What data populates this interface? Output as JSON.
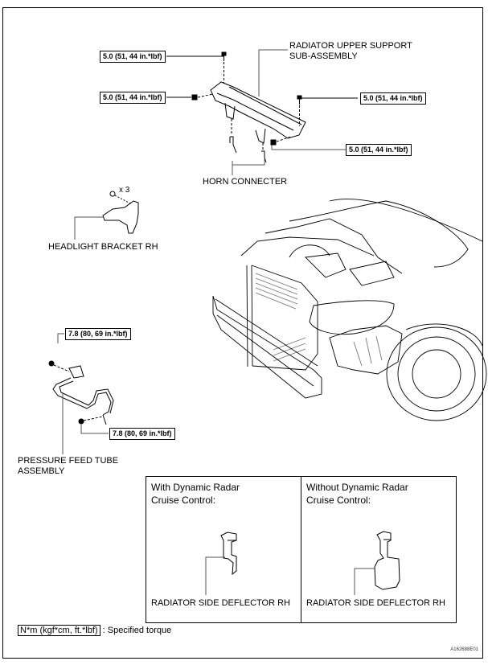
{
  "diagram": {
    "parts": {
      "radiator_upper_support": [
        "RADIATOR UPPER SUPPORT",
        "SUB-ASSEMBLY"
      ],
      "horn_connecter": "HORN CONNECTER",
      "headlight_bracket": "HEADLIGHT BRACKET RH",
      "headlight_bracket_qty": "x 3",
      "pressure_feed_tube": [
        "PRESSURE FEED TUBE",
        "ASSEMBLY"
      ]
    },
    "torques": {
      "upper_left_top": "5.0 (51, 44 in.*lbf)",
      "upper_left_side": "5.0 (51, 44 in.*lbf)",
      "upper_right_top": "5.0 (51, 44 in.*lbf)",
      "upper_right_side": "5.0 (51, 44 in.*lbf)",
      "tube_top": "7.8 (80, 69 in.*lbf)",
      "tube_bottom": "7.8 (80, 69 in.*lbf)"
    },
    "variants": [
      {
        "title": [
          "With Dynamic Radar",
          "Cruise Control:"
        ],
        "part": "RADIATOR SIDE DEFLECTOR RH"
      },
      {
        "title": [
          "Without Dynamic Radar",
          "Cruise Control:"
        ],
        "part": "RADIATOR SIDE DEFLECTOR RH"
      }
    ],
    "legend": {
      "unit": "N*m (kgf*cm, ft.*lbf)",
      "meaning": ": Specified torque"
    },
    "reference_code": "A162688E01"
  }
}
